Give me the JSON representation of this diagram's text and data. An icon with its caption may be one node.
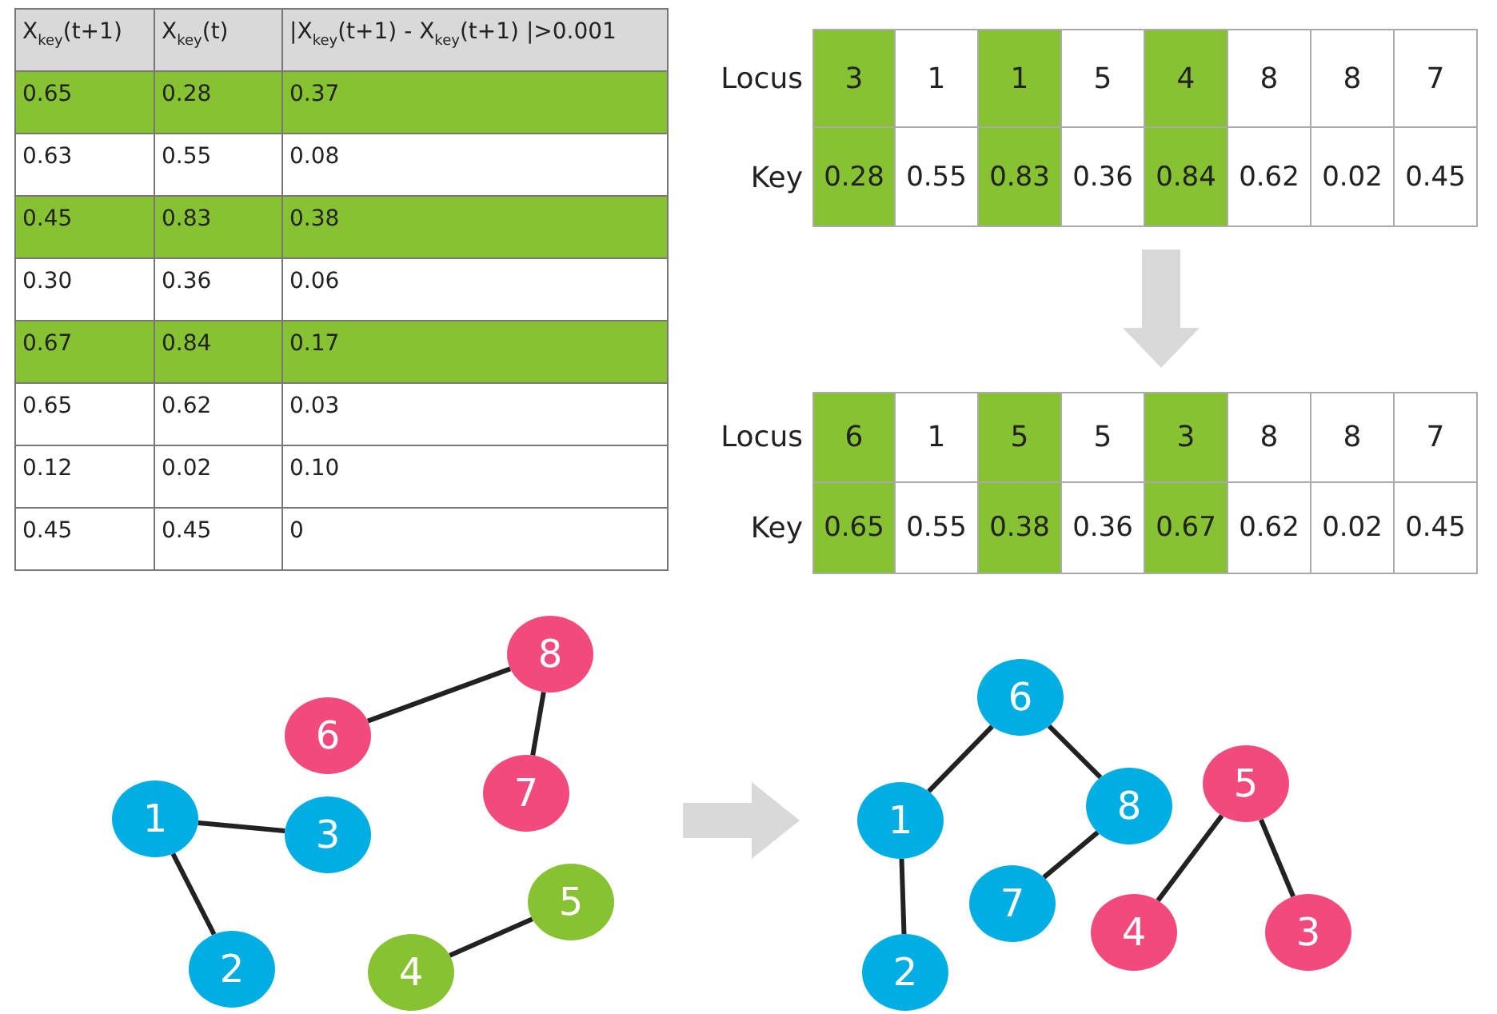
{
  "diagram": {
    "nodes": [
      {
        "text": [
          "8"
        ]
      },
      {
        "text": [
          "6"
        ]
      },
      {
        "text": [
          "7"
        ]
      },
      {
        "text": [
          "1"
        ]
      },
      {
        "text": [
          "3"
        ]
      },
      {
        "text": [
          "5"
        ]
      },
      {
        "text": [
          "2"
        ]
      },
      {
        "text": [
          "4"
        ]
      },
      {
        "text": [
          "6"
        ]
      },
      {
        "text": [
          "5"
        ]
      },
      {
        "text": [
          "1"
        ]
      },
      {
        "text": [
          "8"
        ]
      },
      {
        "text": [
          "7"
        ]
      },
      {
        "text": [
          "4"
        ]
      },
      {
        "text": [
          "3"
        ]
      },
      {
        "text": [
          "2"
        ]
      }
    ],
    "edges": [
      {
        "from": 1,
        "to": 0,
        "arrow": "none"
      },
      {
        "from": 0,
        "to": 2,
        "arrow": "none"
      },
      {
        "from": 3,
        "to": 4,
        "arrow": "none"
      },
      {
        "from": 3,
        "to": 6,
        "arrow": "none"
      },
      {
        "from": 7,
        "to": 5,
        "arrow": "none"
      },
      {
        "from": 10,
        "to": 8,
        "arrow": "none"
      },
      {
        "from": 8,
        "to": 11,
        "arrow": "none"
      },
      {
        "from": 11,
        "to": 12,
        "arrow": "none"
      },
      {
        "from": 10,
        "to": 15,
        "arrow": "none"
      },
      {
        "from": 9,
        "to": 13,
        "arrow": "none"
      },
      {
        "from": 9,
        "to": 14,
        "arrow": "none"
      }
    ],
    "labels": [
      "X$_{key}$(t+1)",
      "X$_{key}$(t)",
      "|X$_{key}$(t+1) - X$_{key}$(t+1) |>0.001",
      "0.65",
      "0.28",
      "0.37",
      "0.63",
      "0.55",
      "0.08",
      "0.45",
      "0.83",
      "0.38",
      "0.30",
      "0.36",
      "0.06",
      "0.67",
      "0.84",
      "0.17",
      "0.65",
      "0.62",
      "0.03",
      "0.12",
      "0.02",
      "0.10",
      "0.45",
      "0.45",
      "0",
      "Locus",
      "3",
      "1",
      "1",
      "5",
      "4",
      "8",
      "8",
      "7",
      "Key",
      "0.28",
      "0.55",
      "0.83",
      "0.36",
      "0.84",
      "0.62",
      "0.02",
      "0.45",
      "Locus",
      "6",
      "1",
      "5",
      "5",
      "3",
      "8",
      "8",
      "7",
      "Key",
      "0.65",
      "0.55",
      "0.38",
      "0.36",
      "0.67",
      "0.62",
      "0.02",
      "0.45"
    ]
  }
}
